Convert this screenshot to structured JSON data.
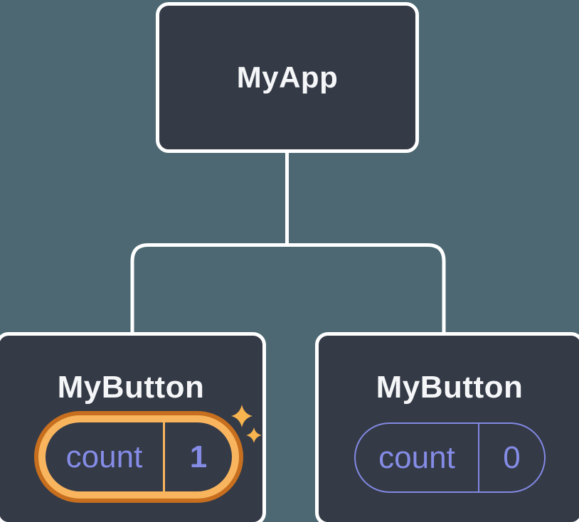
{
  "tree": {
    "root": {
      "label": "MyApp"
    },
    "children": [
      {
        "label": "MyButton",
        "highlighted": true,
        "state": {
          "key": "count",
          "value": "1"
        }
      },
      {
        "label": "MyButton",
        "highlighted": false,
        "state": {
          "key": "count",
          "value": "0"
        }
      }
    ]
  },
  "icons": {
    "sparkles": "sparkles-icon"
  },
  "colors": {
    "background": "#4d6872",
    "node_fill": "#343a46",
    "node_border": "#ffffff",
    "connector": "#ffffff",
    "title_text": "#f5f6f8",
    "state_accent": "#858ce6",
    "highlight_ring_inner": "#f8b55e",
    "highlight_ring_outer": "#c76f1f",
    "sparkle": "#f7b44f"
  }
}
